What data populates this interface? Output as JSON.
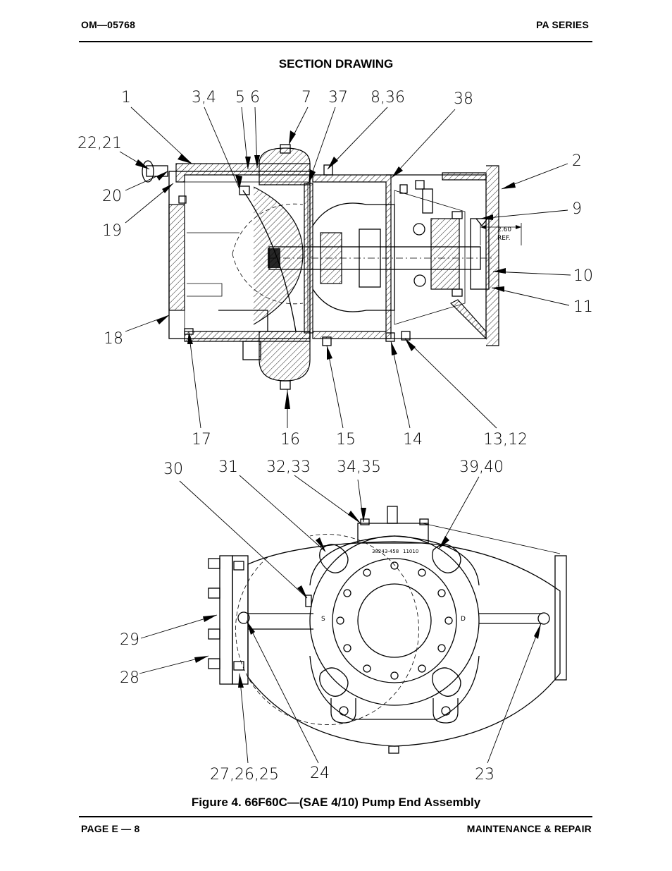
{
  "header": {
    "doc_number": "OM—05768",
    "series": "PA SERIES"
  },
  "section_title": "SECTION DRAWING",
  "upper_callouts": {
    "c1": "1",
    "c3_4": "3,4",
    "c5": "5",
    "c6": "6",
    "c7": "7",
    "c37": "37",
    "c8_36": "8,36",
    "c38": "38",
    "c22_21": "22,21",
    "c2": "2",
    "c20": "20",
    "c9": "9",
    "c19": "19",
    "c10": "10",
    "c11": "11",
    "c18": "18",
    "c17": "17",
    "c16": "16",
    "c15": "15",
    "c14": "14",
    "c13_12": "13,12"
  },
  "dimension": {
    "value": "2.60",
    "ref": "REF."
  },
  "lower_callouts": {
    "c30": "30",
    "c31": "31",
    "c32_33": "32,33",
    "c34_35": "34,35",
    "c39_40": "39,40",
    "c29": "29",
    "c28": "28",
    "c27_26_25": "27,26,25",
    "c24": "24",
    "c23": "23"
  },
  "casting_marks": {
    "part_number": "38243-458",
    "code": "11010",
    "suction": "S",
    "discharge": "D"
  },
  "caption": "Figure 4. 66F60C—(SAE 4/10) Pump End Assembly",
  "footer": {
    "page": "PAGE E — 8",
    "section": "MAINTENANCE & REPAIR"
  }
}
